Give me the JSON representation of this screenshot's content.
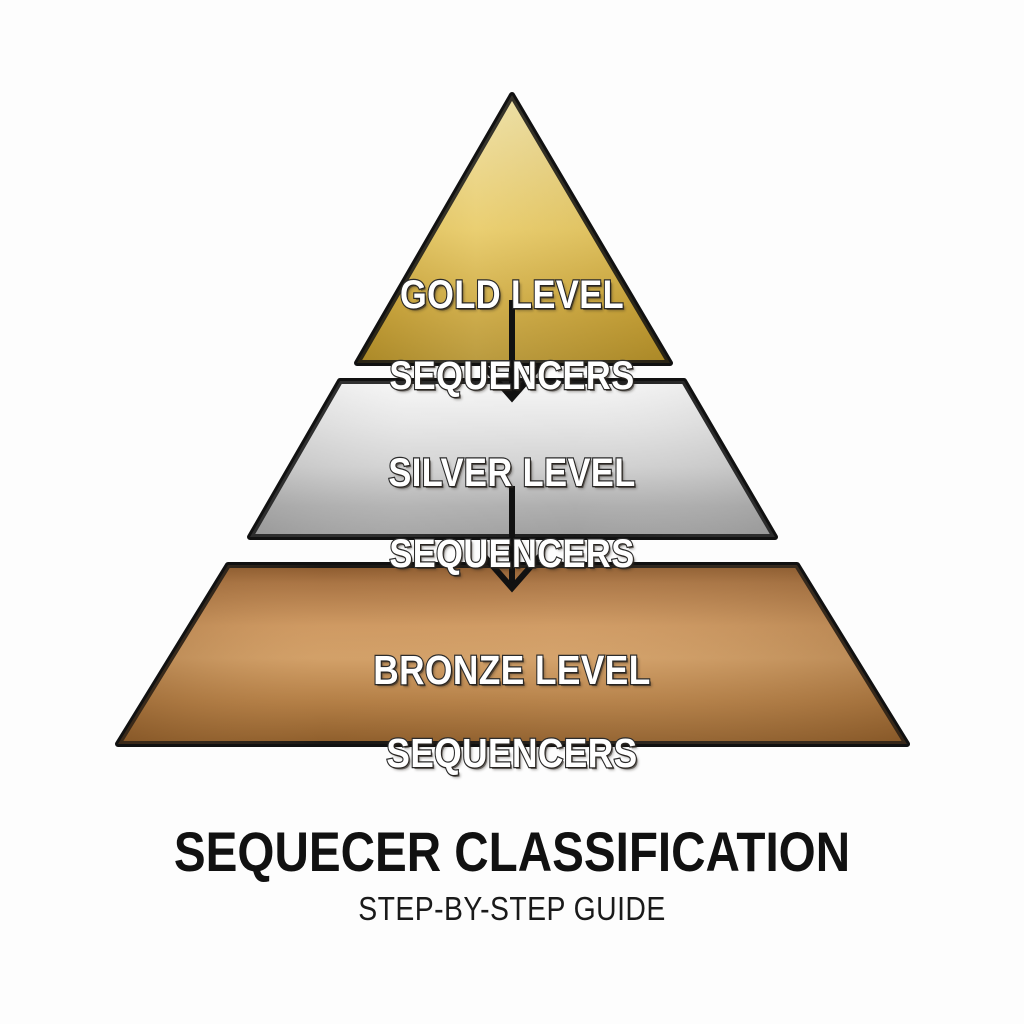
{
  "background_color": "#fdfdfd",
  "outline_color": "#111111",
  "diagram": {
    "type": "pyramid",
    "orientation": "top-to-bottom",
    "tier_count": 3,
    "tiers": [
      {
        "rank": 1,
        "name": "gold",
        "line1": "GOLD LEVEL",
        "line2": "SEQUENCERS",
        "shape": "triangle",
        "fill_top": "#e8d28a",
        "fill_mid": "#e3c45f",
        "fill_bottom": "#b08d2c",
        "text_color": "#ffffff",
        "text_outline": "#2b2b2b"
      },
      {
        "rank": 2,
        "name": "silver",
        "line1": "SILVER LEVEL",
        "line2": "SEQUENCERS",
        "shape": "trapezoid",
        "fill_top": "#f2f2f2",
        "fill_mid": "#d6d6d6",
        "fill_bottom": "#9b9b9b",
        "text_color": "#ffffff",
        "text_outline": "#2b2b2b"
      },
      {
        "rank": 3,
        "name": "bronze",
        "line1": "BRONZE LEVEL",
        "line2": "SEQUENCERS",
        "shape": "trapezoid",
        "fill_top": "#8a5a2b",
        "fill_mid": "#d09a63",
        "fill_bottom": "#8b5a27",
        "text_color": "#ffffff",
        "text_outline": "#2b2b2b"
      }
    ],
    "arrows": [
      {
        "from": "gold",
        "to": "silver",
        "direction": "down"
      },
      {
        "from": "silver",
        "to": "bronze",
        "direction": "down"
      }
    ]
  },
  "caption": {
    "title": "SEQUECER CLASSIFICATION",
    "subtitle": "STEP-BY-STEP GUIDE"
  }
}
